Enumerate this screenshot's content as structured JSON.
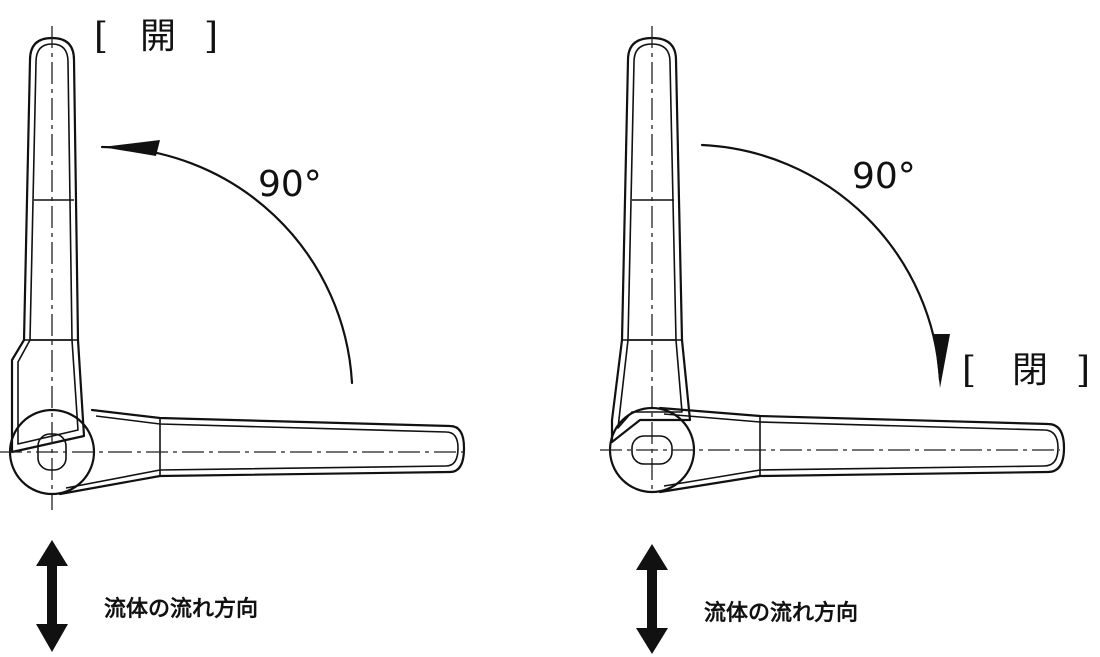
{
  "left": {
    "state_label_char": "開",
    "bracket_open": "[",
    "bracket_close": "]",
    "angle_label": "90°",
    "flow_label": "流体の流れ方向"
  },
  "right": {
    "state_label_char": "閉",
    "bracket_open": "[",
    "bracket_close": "]",
    "angle_label": "90°",
    "flow_label": "流体の流れ方向"
  }
}
